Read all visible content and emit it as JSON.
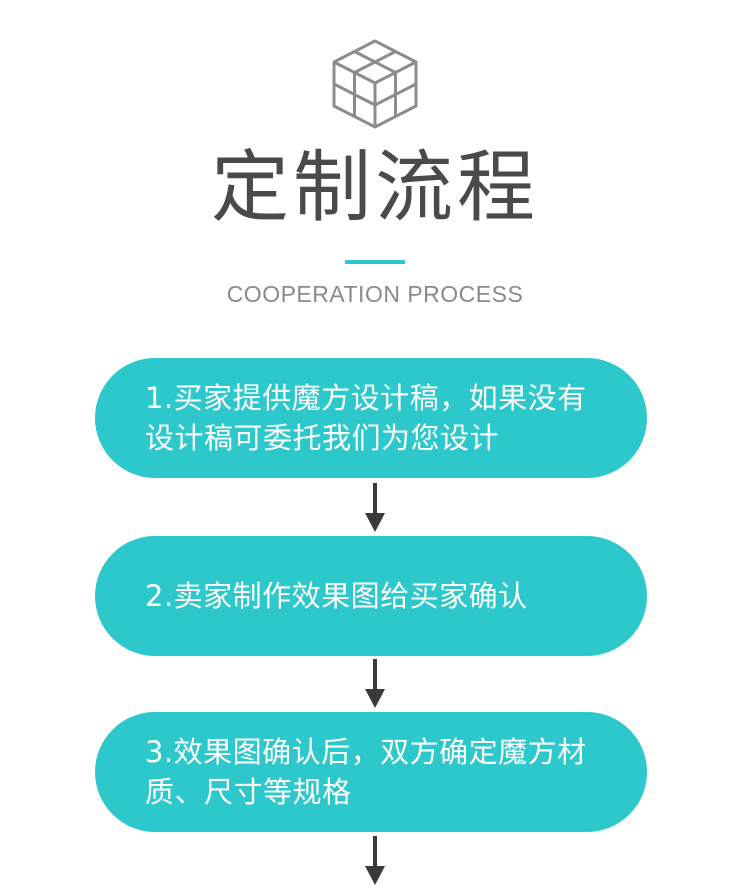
{
  "header": {
    "title": "定制流程",
    "subtitle": "COOPERATION PROCESS",
    "icon": "cube-icon"
  },
  "colors": {
    "accent": "#2cc8cc",
    "title": "#4a4a4a",
    "subtitle": "#8a8a8a",
    "arrow": "#3a3a3a",
    "step_text": "#ffffff"
  },
  "steps": [
    {
      "text": "1.买家提供魔方设计稿，如果没有设计稿可委托我们为您设计"
    },
    {
      "text": "2.卖家制作效果图给买家确认"
    },
    {
      "text": "3.效果图确认后，双方确定魔方材质、尺寸等规格"
    }
  ]
}
